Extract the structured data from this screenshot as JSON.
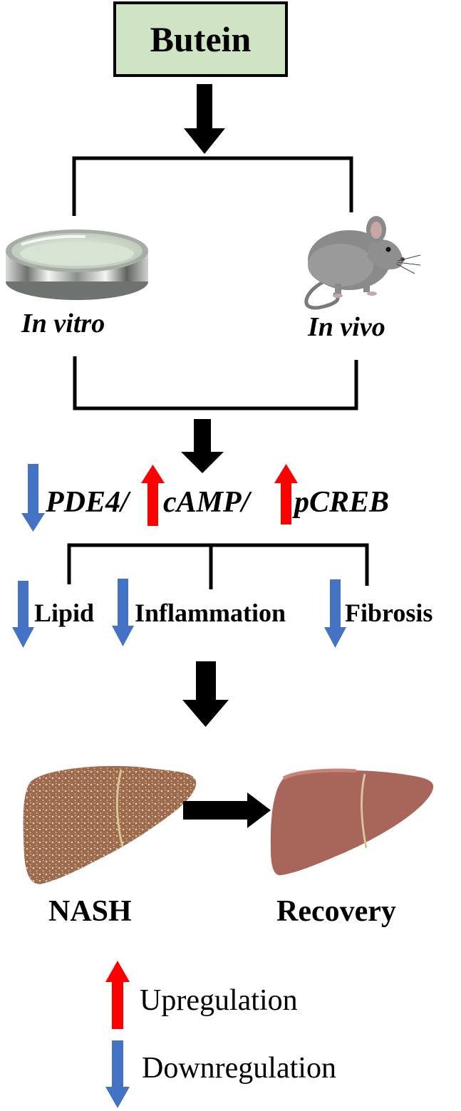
{
  "title": "Butein",
  "branches": {
    "left_label": "In vitro",
    "right_label": "In vivo"
  },
  "pathway": {
    "items": [
      "PDE4/",
      "cAMP/",
      "pCREB"
    ],
    "directions": [
      "down",
      "up",
      "up"
    ]
  },
  "effects": {
    "items": [
      "Lipid",
      "Inflammation",
      "Fibrosis"
    ],
    "directions": [
      "down",
      "down",
      "down"
    ]
  },
  "outcome": {
    "from_label": "NASH",
    "to_label": "Recovery"
  },
  "legend": {
    "up_label": "Upregulation",
    "down_label": "Downregulation"
  },
  "colors": {
    "up_arrow": "#ff0000",
    "down_arrow": "#4472c4",
    "title_box_fill": "#cfe4c3",
    "liver_fatty": "#9c6a4c",
    "liver_healthy": "#a8655a"
  },
  "icons": {
    "petri_dish": "petri-dish-icon",
    "mouse": "mouse-icon",
    "liver_fatty": "fatty-liver-icon",
    "liver_healthy": "healthy-liver-icon"
  }
}
